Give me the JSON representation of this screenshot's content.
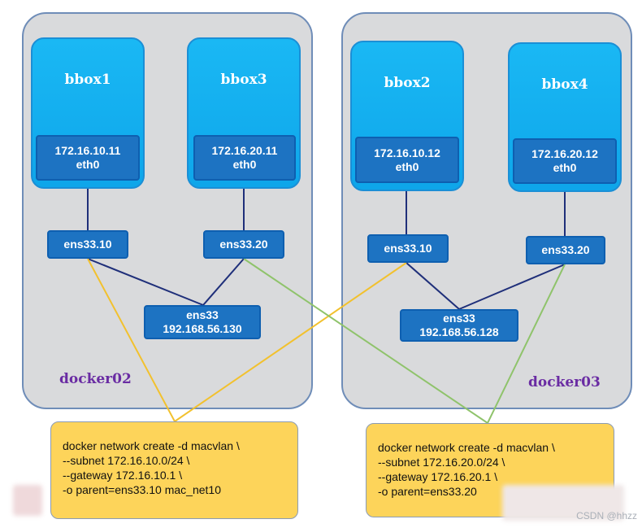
{
  "hosts": [
    {
      "label": "docker02"
    },
    {
      "label": "docker03"
    }
  ],
  "containers": [
    {
      "name": "bbox1",
      "ip": "172.16.10.11",
      "dev": "eth0"
    },
    {
      "name": "bbox3",
      "ip": "172.16.20.11",
      "dev": "eth0"
    },
    {
      "name": "bbox2",
      "ip": "172.16.10.12",
      "dev": "eth0"
    },
    {
      "name": "bbox4",
      "ip": "172.16.20.12",
      "dev": "eth0"
    }
  ],
  "subinterfaces": [
    {
      "label": "ens33.10"
    },
    {
      "label": "ens33.20"
    },
    {
      "label": "ens33.10"
    },
    {
      "label": "ens33.20"
    }
  ],
  "physical": [
    {
      "name": "ens33",
      "ip": "192.168.56.130"
    },
    {
      "name": "ens33",
      "ip": "192.168.56.128"
    }
  ],
  "notes": [
    {
      "lines": [
        "docker network create -d macvlan \\",
        "--subnet 172.16.10.0/24 \\",
        "--gateway 172.16.10.1 \\",
        "-o parent=ens33.10 mac_net10"
      ]
    },
    {
      "lines": [
        "docker network create -d macvlan \\",
        "--subnet 172.16.20.0/24 \\",
        "--gateway 172.16.20.1 \\",
        "-o parent=ens33.20"
      ]
    }
  ],
  "colors": {
    "vlan10_link": "#f2c12e",
    "vlan20_link": "#8fc36b",
    "internal_link": "#1f2f7a"
  },
  "watermark": "CSDN @hhzz"
}
